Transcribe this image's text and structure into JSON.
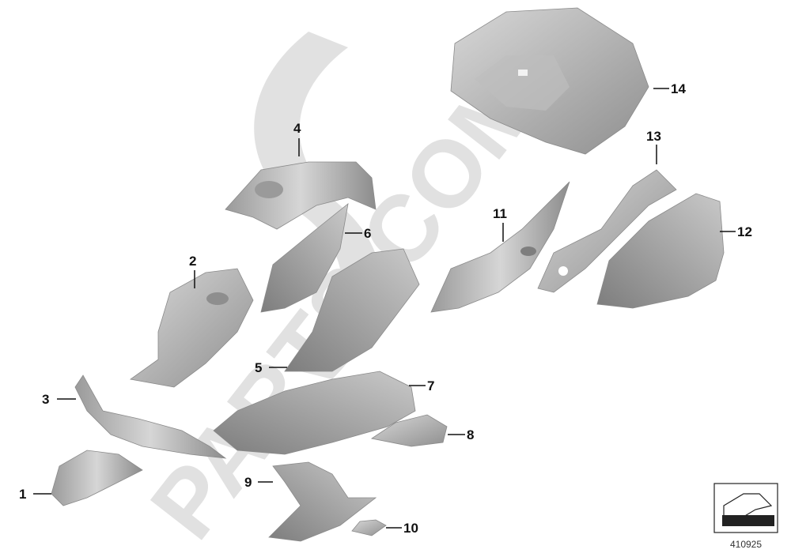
{
  "diagram": {
    "watermark_text": "PARTS.COM",
    "drawing_number": "410925",
    "callouts": [
      {
        "id": "p1",
        "label": "1"
      },
      {
        "id": "p2",
        "label": "2"
      },
      {
        "id": "p3",
        "label": "3"
      },
      {
        "id": "p4",
        "label": "4"
      },
      {
        "id": "p5",
        "label": "5"
      },
      {
        "id": "p6",
        "label": "6"
      },
      {
        "id": "p7",
        "label": "7"
      },
      {
        "id": "p8",
        "label": "8"
      },
      {
        "id": "p9",
        "label": "9"
      },
      {
        "id": "p10",
        "label": "10"
      },
      {
        "id": "p11",
        "label": "11"
      },
      {
        "id": "p12",
        "label": "12"
      },
      {
        "id": "p13",
        "label": "13"
      },
      {
        "id": "p14",
        "label": "14"
      }
    ]
  }
}
